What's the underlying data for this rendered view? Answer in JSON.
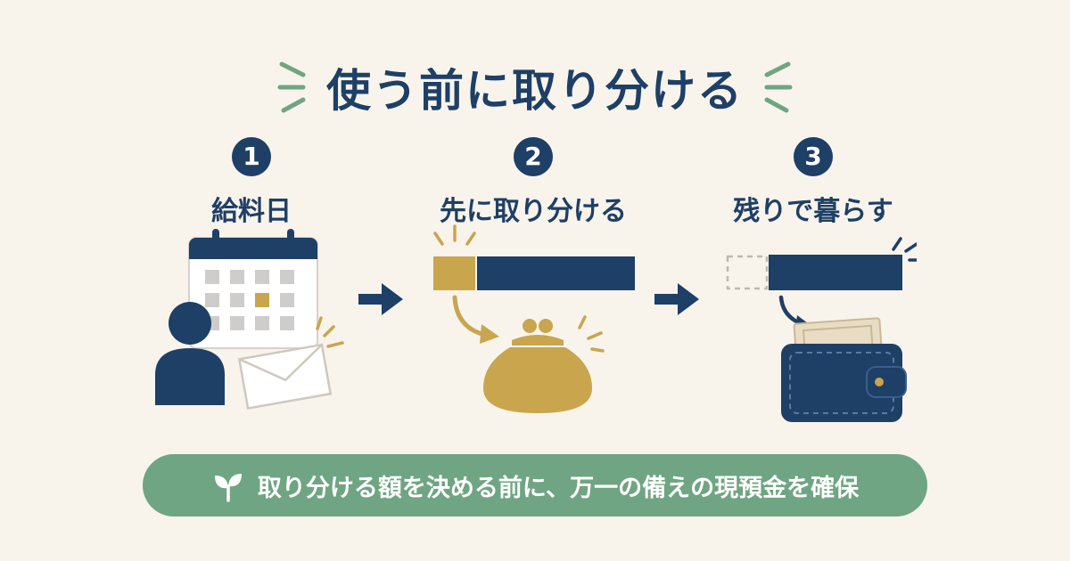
{
  "title": "使う前に取り分ける",
  "steps": [
    {
      "number": "1",
      "label": "給料日"
    },
    {
      "number": "2",
      "label": "先に取り分ける"
    },
    {
      "number": "3",
      "label": "残りで暮らす"
    }
  ],
  "banner": {
    "text": "取り分ける額を決める前に、万一の備えの現預金を確保"
  },
  "colors": {
    "navy": "#1e3f66",
    "gold": "#c9a54d",
    "green": "#6fa582",
    "background": "#f8f4ec"
  }
}
